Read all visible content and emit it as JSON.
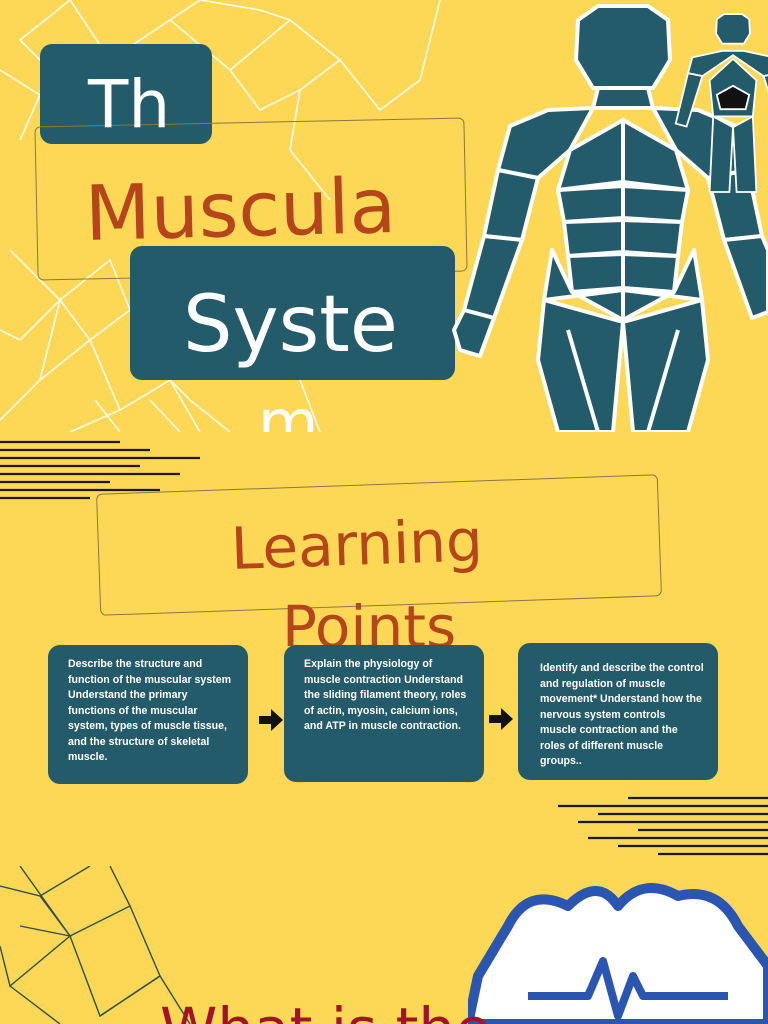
{
  "slide1": {
    "title_line1": "Th",
    "title_line2": "Muscula",
    "title_line3": "Syste",
    "title_line4": "m"
  },
  "slide2": {
    "heading_line1": "Learning",
    "heading_line2": "Points",
    "cards": [
      "Describe the structure and function of the muscular system Understand the primary functions of the muscular system, types of muscle tissue, and the structure of skeletal muscle.",
      "Explain the physiology of muscle contraction Understand the sliding filament theory, roles of actin, myosin, calcium ions, and ATP in muscle contraction.",
      "Identify and describe the control and regulation of muscle movement* Understand how the nervous system controls muscle contraction and the roles of different muscle groups.."
    ]
  },
  "slide3": {
    "heading": "What is the"
  },
  "colors": {
    "background": "#fcd856",
    "teal": "#235b6b",
    "title_red": "#b5451b",
    "heading_red": "#a0132a"
  }
}
